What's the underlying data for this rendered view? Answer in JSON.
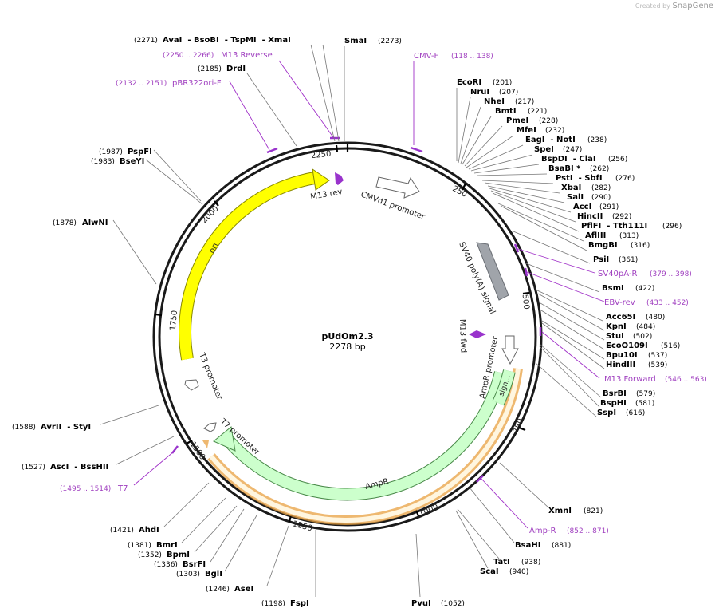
{
  "watermark": {
    "prefix": "Created by",
    "brand": "SnapGene"
  },
  "plasmid": {
    "name": "pUdOm2.3",
    "size": "2278 bp"
  },
  "ticks": [
    "250",
    "500",
    "750",
    "1000",
    "1250",
    "1500",
    "1750",
    "2000",
    "2250"
  ],
  "features": {
    "cmv_promoter": "CMVd1 promoter",
    "sv40": "SV40 poly(A) signal",
    "m13fwd": "M13 fwd",
    "ampr_promoter": "AmpR promoter",
    "signal": "sign…",
    "ampr": "AmpR",
    "t7": "T7 promoter",
    "t3": "T3 promoter",
    "ori": "ori",
    "m13rev": "M13 rev"
  },
  "colors": {
    "ori": "#ffff00",
    "ampr": "#ccffcc",
    "primer": "#9933cc",
    "polya": "#a0a4aa",
    "orange": "#f2c078"
  },
  "sites": {
    "smai": {
      "name": "SmaI",
      "pos": "(2273)"
    },
    "ecori": {
      "name": "EcoRI",
      "pos": "(201)"
    },
    "nrui": {
      "name": "NruI",
      "pos": "(207)"
    },
    "nhei": {
      "name": "NheI",
      "pos": "(217)"
    },
    "bmti": {
      "name": "BmtI",
      "pos": "(221)"
    },
    "pmei": {
      "name": "PmeI",
      "pos": "(228)"
    },
    "mfei": {
      "name": "MfeI",
      "pos": "(232)"
    },
    "eagi": {
      "name": "EagI  - NotI",
      "pos": "(238)"
    },
    "spei": {
      "name": "SpeI",
      "pos": "(247)"
    },
    "bspdi": {
      "name": "BspDI  - ClaI",
      "pos": "(256)"
    },
    "bsabi": {
      "name": "BsaBI *",
      "pos": "(262)"
    },
    "psti": {
      "name": "PstI  - SbfI",
      "pos": "(276)"
    },
    "xbai": {
      "name": "XbaI",
      "pos": "(282)"
    },
    "sali": {
      "name": "SalI",
      "pos": "(290)"
    },
    "acci": {
      "name": "AccI",
      "pos": "(291)"
    },
    "hincii": {
      "name": "HincII",
      "pos": "(292)"
    },
    "pflfi": {
      "name": "PflFI  - Tth111I",
      "pos": "(296)"
    },
    "afliii": {
      "name": "AflIII",
      "pos": "(313)"
    },
    "bmgbi": {
      "name": "BmgBI",
      "pos": "(316)"
    },
    "psii": {
      "name": "PsiI",
      "pos": "(361)"
    },
    "bsmi": {
      "name": "BsmI",
      "pos": "(422)"
    },
    "acc65i": {
      "name": "Acc65I",
      "pos": "(480)"
    },
    "kpni": {
      "name": "KpnI",
      "pos": "(484)"
    },
    "stui": {
      "name": "StuI",
      "pos": "(502)"
    },
    "eco0109i": {
      "name": "EcoO109I",
      "pos": "(516)"
    },
    "bpu10i": {
      "name": "Bpu10I",
      "pos": "(537)"
    },
    "hindiii": {
      "name": "HindIII",
      "pos": "(539)"
    },
    "bsrbi": {
      "name": "BsrBI",
      "pos": "(579)"
    },
    "bsphi": {
      "name": "BspHI",
      "pos": "(581)"
    },
    "sspi": {
      "name": "SspI",
      "pos": "(616)"
    },
    "xmni": {
      "name": "XmnI",
      "pos": "(821)"
    },
    "bsahi": {
      "name": "BsaHI",
      "pos": "(881)"
    },
    "tati": {
      "name": "TatI",
      "pos": "(938)"
    },
    "scai": {
      "name": "ScaI",
      "pos": "(940)"
    },
    "pvui": {
      "name": "PvuI",
      "pos": "(1052)"
    },
    "fspi": {
      "name": "FspI",
      "pos": "(1198)"
    },
    "asei": {
      "name": "AseI",
      "pos": "(1246)"
    },
    "bgli": {
      "name": "BglI",
      "pos": "(1303)"
    },
    "bsrfi": {
      "name": "BsrFI",
      "pos": "(1336)"
    },
    "bpmi": {
      "name": "BpmI",
      "pos": "(1352)"
    },
    "bmri": {
      "name": "BmrI",
      "pos": "(1381)"
    },
    "ahdi": {
      "name": "AhdI",
      "pos": "(1421)"
    },
    "asci": {
      "name": "AscI  - BssHII",
      "pos": "(1527)"
    },
    "avrii": {
      "name": "AvrII  - StyI",
      "pos": "(1588)"
    },
    "alwni": {
      "name": "AlwNI",
      "pos": "(1878)"
    },
    "bseyi": {
      "name": "BseYI",
      "pos": "(1983)"
    },
    "pspfi": {
      "name": "PspFI",
      "pos": "(1987)"
    },
    "drdi": {
      "name": "DrdI",
      "pos": "(2185)"
    },
    "avai": {
      "name": "AvaI  - BsoBI  - TspMI  - XmaI",
      "pos": "(2271)"
    }
  },
  "primers": {
    "cmvf": {
      "name": "CMV-F",
      "range": "(118 .. 138)"
    },
    "sv40par": {
      "name": "SV40pA-R",
      "range": "(379 .. 398)"
    },
    "ebvrev": {
      "name": "EBV-rev",
      "range": "(433 .. 452)"
    },
    "m13forward": {
      "name": "M13 Forward",
      "range": "(546 .. 563)"
    },
    "ampr": {
      "name": "Amp-R",
      "range": "(852 .. 871)"
    },
    "t7": {
      "name": "T7",
      "range": "(1495 .. 1514)"
    },
    "pbr322": {
      "name": "pBR322ori-F",
      "range": "(2132 .. 2151)"
    },
    "m13reverse": {
      "name": "M13 Reverse",
      "range": "(2250 .. 2266)"
    }
  }
}
